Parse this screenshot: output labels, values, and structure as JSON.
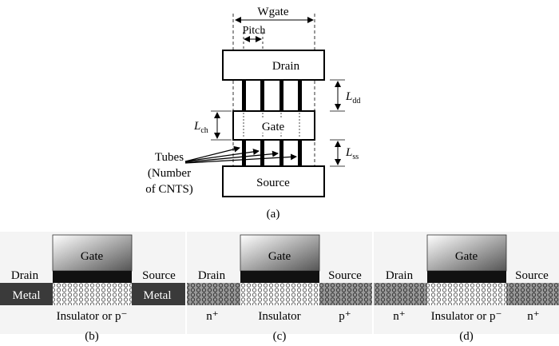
{
  "colors": {
    "line": "#000000",
    "gate_top": "#ffffff",
    "gate_bottom": "#5a5a5a",
    "metal": "#3a3a3a",
    "channel_bg": "#ffffff",
    "doped_bg": "#8a8a8a"
  },
  "top": {
    "wgate": "Wgate",
    "pitch": "Pitch",
    "drain": "Drain",
    "gate": "Gate",
    "source": "Source",
    "ldd_main": "L",
    "ldd_sub": "dd",
    "lch_main": "L",
    "lch_sub": "ch",
    "lss_main": "L",
    "lss_sub": "ss",
    "tubes_line1": "Tubes",
    "tubes_line2": "(Number",
    "tubes_line3": "of CNTS)",
    "caption": "(a)"
  },
  "panel_b": {
    "gate": "Gate",
    "drain": "Drain",
    "source": "Source",
    "metal_left": "Metal",
    "metal_right": "Metal",
    "under": "Insulator or p⁻",
    "caption": "(b)"
  },
  "panel_c": {
    "gate": "Gate",
    "drain": "Drain",
    "source": "Source",
    "left_dope": "n⁺",
    "under": "Insulator",
    "right_dope": "p⁺",
    "caption": "(c)"
  },
  "panel_d": {
    "gate": "Gate",
    "drain": "Drain",
    "source": "Source",
    "left_dope": "n⁺",
    "under": "Insulator or p⁻",
    "right_dope": "n⁺",
    "caption": "(d)"
  }
}
